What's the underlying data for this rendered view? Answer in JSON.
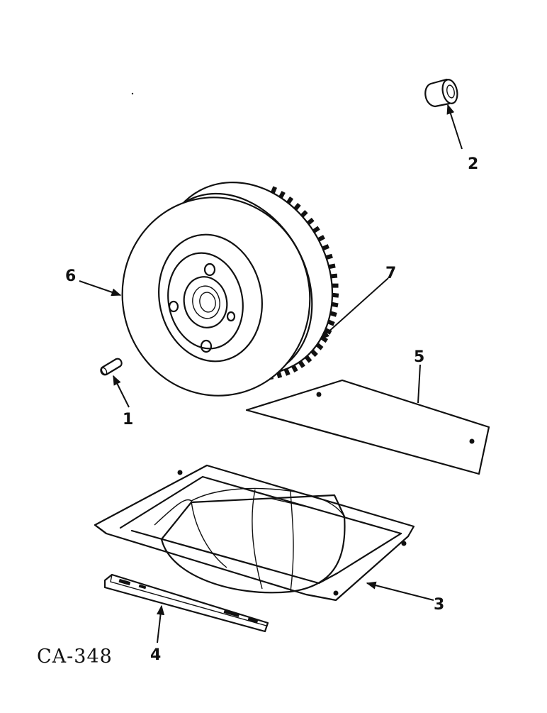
{
  "diagram": {
    "drawing_code": "CA-348",
    "callouts": [
      "1",
      "2",
      "3",
      "4",
      "5",
      "6",
      "7"
    ]
  }
}
